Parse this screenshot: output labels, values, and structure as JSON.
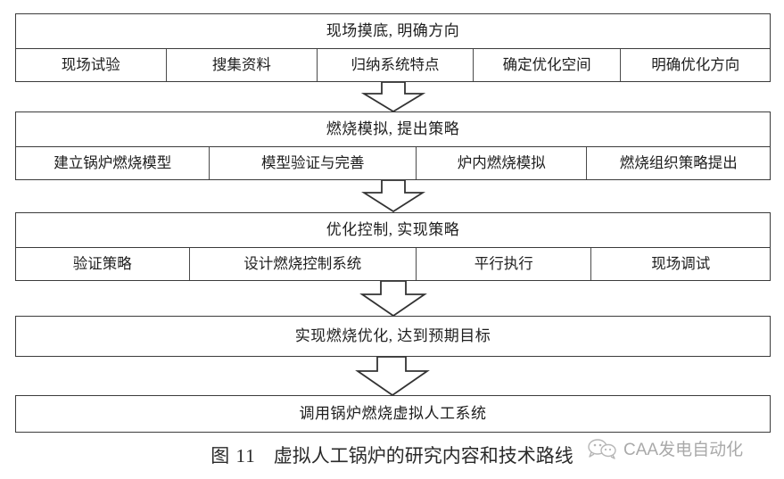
{
  "figure": {
    "caption_label": "图 11",
    "caption_text": "虚拟人工锅炉的研究内容和技术路线",
    "line_color": "#3b3b3b",
    "background": "#ffffff"
  },
  "stages": [
    {
      "title": "现场摸底, 明确方向",
      "items": [
        "现场试验",
        "搜集资料",
        "归纳系统特点",
        "确定优化空间",
        "明确优化方向"
      ]
    },
    {
      "title": "燃烧模拟, 提出策略",
      "items": [
        "建立锅炉燃烧模型",
        "模型验证与完善",
        "炉内燃烧模拟",
        "燃烧组织策略提出"
      ]
    },
    {
      "title": "优化控制, 实现策略",
      "items": [
        "验证策略",
        "设计燃烧控制系统",
        "平行执行",
        "现场调试"
      ]
    },
    {
      "title": "实现燃烧优化, 达到预期目标",
      "items": []
    },
    {
      "title": "调用锅炉燃烧虚拟人工系统",
      "items": []
    }
  ],
  "arrows": [
    {
      "name": "arrow-stage1-to-stage2"
    },
    {
      "name": "arrow-stage2-to-stage3"
    },
    {
      "name": "arrow-stage3-to-stage4"
    },
    {
      "name": "arrow-stage4-to-stage5"
    }
  ],
  "watermark": {
    "text": "CAA发电自动化",
    "icon": "wechat-logo",
    "color": "#757575"
  }
}
